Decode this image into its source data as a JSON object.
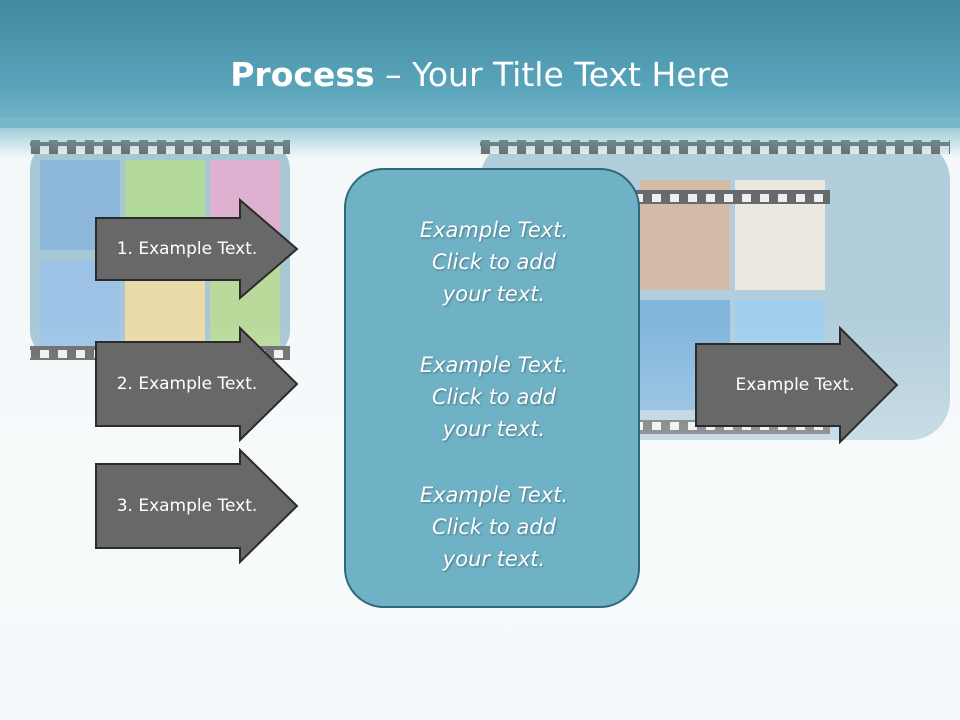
{
  "title": {
    "strong": "Process",
    "rest": " – Your Title Text Here"
  },
  "left_arrows": [
    {
      "label": "1. Example Text."
    },
    {
      "label": "2. Example Text."
    },
    {
      "label": "3. Example Text."
    }
  ],
  "center_box": {
    "paragraphs": [
      {
        "lines": [
          "Example Text.",
          "Click  to add",
          "your text."
        ]
      },
      {
        "lines": [
          "Example Text.",
          "Click  to add",
          "your text."
        ]
      },
      {
        "lines": [
          "Example Text.",
          "Click  to add",
          "your text."
        ]
      }
    ]
  },
  "right_arrow": {
    "label": "Example Text."
  },
  "colors": {
    "header": "#4a97ac",
    "arrow_fill": "#686868",
    "arrow_stroke": "#2b2b2b",
    "box_fill": "#6fb2c6",
    "box_stroke": "#2f6778"
  }
}
